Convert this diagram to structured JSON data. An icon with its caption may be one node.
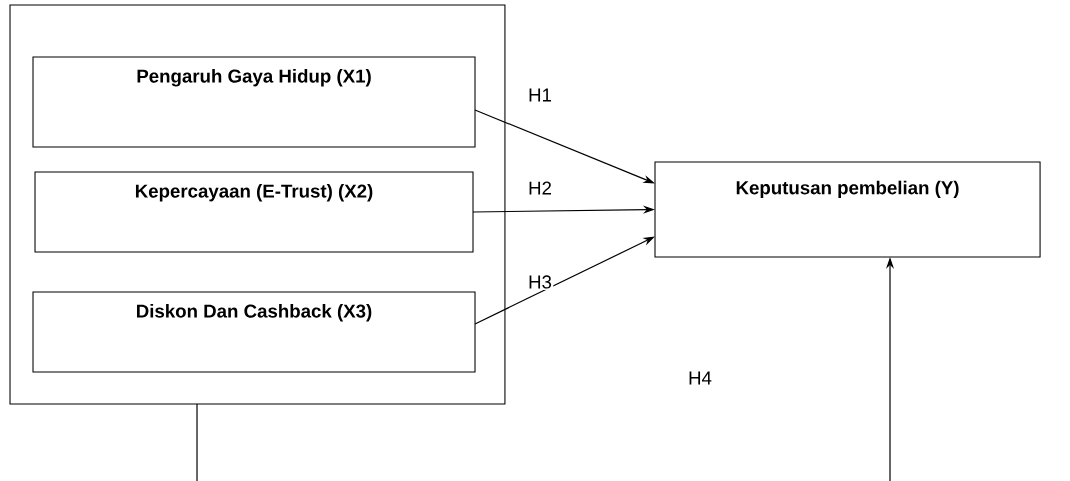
{
  "diagram": {
    "nodes": [
      {
        "text": [],
        "shape": "box"
      },
      {
        "text": [
          "Pengaruh Gaya Hidup (X1)"
        ],
        "in": 0
      },
      {
        "text": [
          "Kepercayaan (E-Trust) (X2)"
        ],
        "in": 0
      },
      {
        "text": [
          "Diskon Dan Cashback (X3)"
        ],
        "in": 0
      },
      {
        "text": [
          "Keputusan pembelian (Y)"
        ]
      }
    ],
    "edges": [
      {
        "from": 1,
        "to": 4,
        "arrow": "to",
        "label": "H1"
      },
      {
        "from": 2,
        "to": 4,
        "arrow": "to",
        "label": "H2"
      },
      {
        "from": 3,
        "to": 4,
        "arrow": "to",
        "label": "H3"
      },
      {
        "from": 0,
        "to": 4,
        "arrow": "to"
      }
    ],
    "labels": [
      "H4"
    ]
  }
}
